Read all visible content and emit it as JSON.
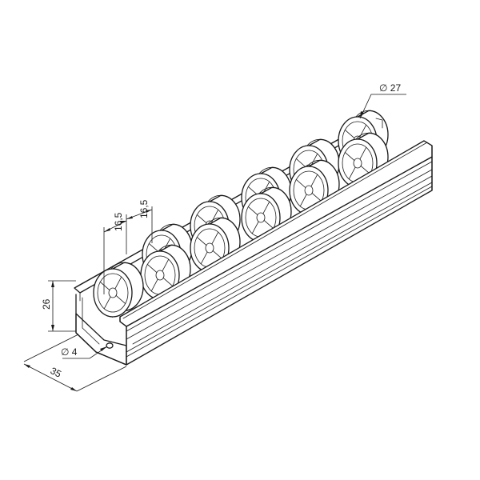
{
  "dimensions": {
    "wheel_diameter": "∅ 27",
    "pitch_1": "16,5",
    "pitch_2": "16,5",
    "height": "26",
    "hole_diameter": "∅ 4",
    "width": "35"
  }
}
